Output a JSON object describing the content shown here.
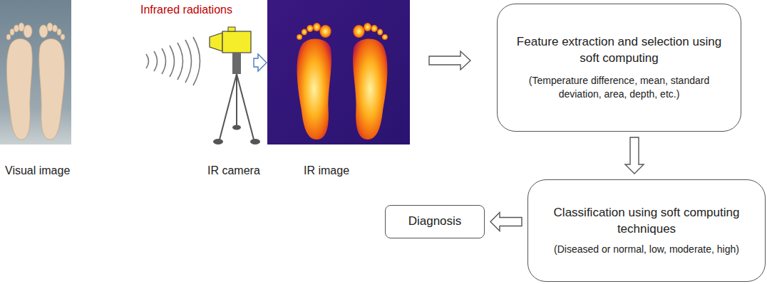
{
  "diagram": {
    "nodes": [
      {
        "text": [
          "Feature extraction and selection using soft computing",
          "(Temperature difference, mean, standard deviation, area, depth, etc.)"
        ]
      },
      {
        "text": [
          "Classification using soft computing techniques",
          "(Diseased or normal, low, moderate, high)"
        ]
      },
      {
        "text": [
          "Diagnosis"
        ]
      }
    ],
    "edges": [
      {
        "from": 0,
        "to": 1,
        "arrow": "to"
      },
      {
        "from": 1,
        "to": 2,
        "arrow": "to"
      }
    ],
    "labels": [
      "Infrared radiations",
      "Visual image",
      "IR camera",
      "IR image"
    ]
  }
}
